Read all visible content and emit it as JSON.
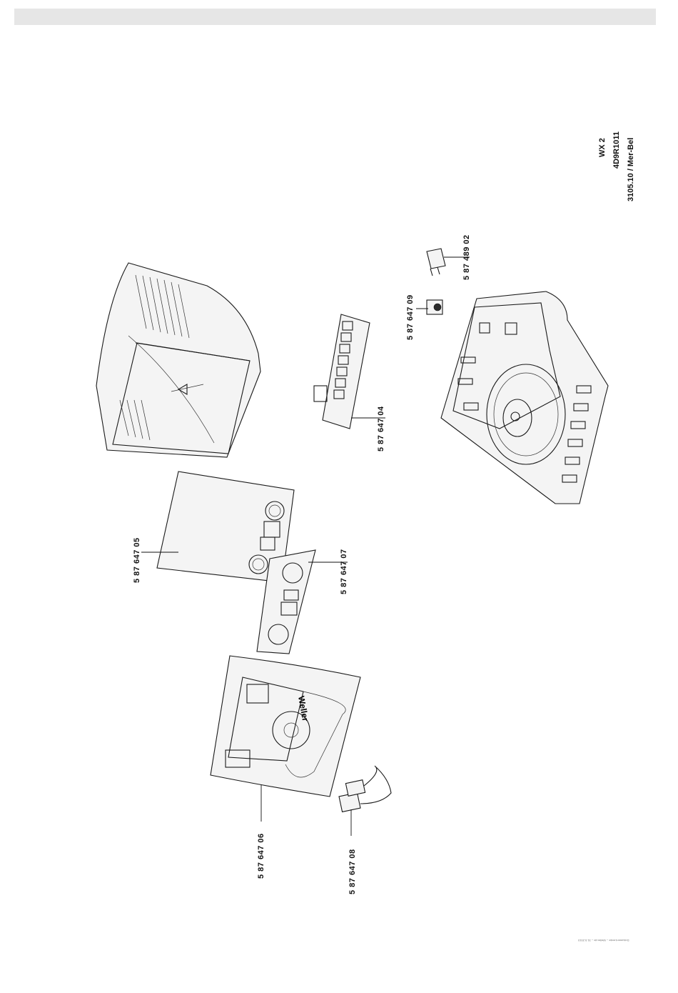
{
  "header": {
    "model": "WX 2",
    "drawing_no": "4D9R1011",
    "date_author": "3105.10 / Mer-Bel"
  },
  "parts": [
    {
      "id": "p0405",
      "number": "5  87  647  05"
    },
    {
      "id": "p0407",
      "number": "5  87  647  07"
    },
    {
      "id": "p0406",
      "number": "5  87  647  06"
    },
    {
      "id": "p0408",
      "number": "5  87  647  08"
    },
    {
      "id": "p0404",
      "number": "5  87  647  04"
    },
    {
      "id": "p0409",
      "number": "5  87  647  09"
    },
    {
      "id": "p48902",
      "number": "5  87  489  02"
    }
  ],
  "brand_mark": "Weller",
  "footer_note": "Dokument.erste – Weller.de – 31.5.2010"
}
